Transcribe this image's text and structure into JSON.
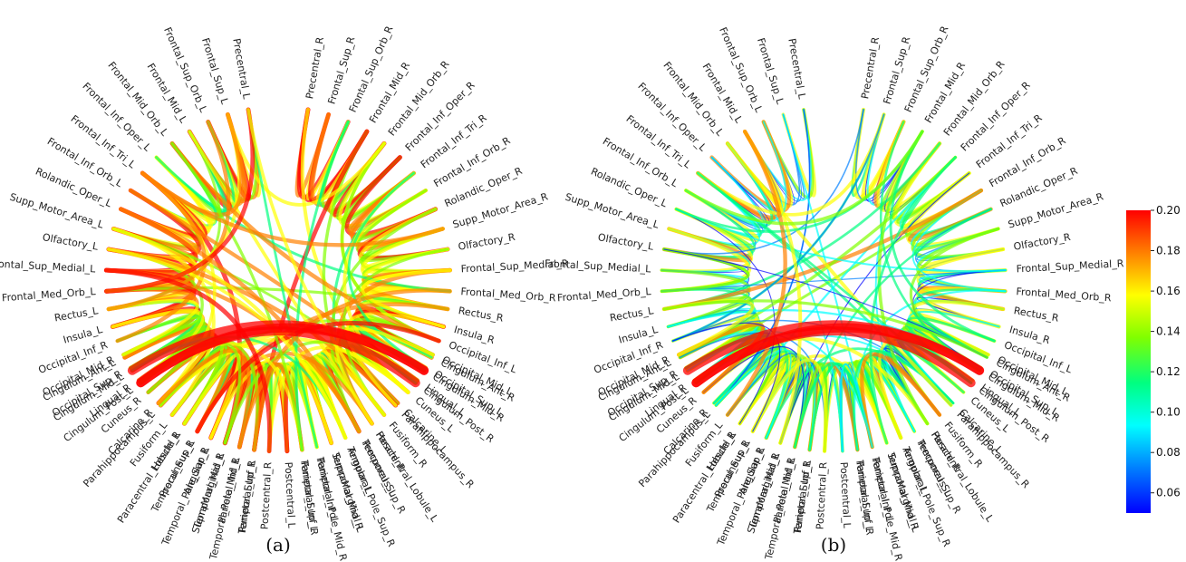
{
  "panels": [
    {
      "id": "a",
      "caption": "(a)"
    },
    {
      "id": "b",
      "caption": "(b)"
    }
  ],
  "regions": [
    {
      "label": "Precentral_L",
      "side": "L",
      "theta": 260
    },
    {
      "label": "Frontal_Sup_L",
      "side": "L",
      "theta": 253
    },
    {
      "label": "Frontal_Sup_Orb_L",
      "side": "L",
      "theta": 246
    },
    {
      "label": "Frontal_Mid_L",
      "side": "L",
      "theta": 239
    },
    {
      "label": "Frontal_Mid_Orb_L",
      "side": "L",
      "theta": 232
    },
    {
      "label": "Frontal_Inf_Oper_L",
      "side": "L",
      "theta": 225
    },
    {
      "label": "Frontal_Inf_Tri_L",
      "side": "L",
      "theta": 218
    },
    {
      "label": "Frontal_Inf_Orb_L",
      "side": "L",
      "theta": 211
    },
    {
      "label": "Rolandic_Oper_L",
      "side": "L",
      "theta": 204
    },
    {
      "label": "Supp_Motor_Area_L",
      "side": "L",
      "theta": 197
    },
    {
      "label": "Olfactory_L",
      "side": "L",
      "theta": 190
    },
    {
      "label": "Frontal_Sup_Medial_L",
      "side": "L",
      "theta": 183
    },
    {
      "label": "Frontal_Med_Orb_L",
      "side": "L",
      "theta": 176
    },
    {
      "label": "Rectus_L",
      "side": "L",
      "theta": 170
    },
    {
      "label": "Insula_L",
      "side": "L",
      "theta": 164
    },
    {
      "label": "Cingulum_Ant_L",
      "side": "L",
      "theta": 153
    },
    {
      "label": "Cingulum_Mid_L",
      "side": "L",
      "theta": 148
    },
    {
      "label": "Cingulum_Post_L",
      "side": "L",
      "theta": 143
    },
    {
      "label": "Parahippocampus_L",
      "side": "L",
      "theta": 133
    },
    {
      "label": "Fusiform_L",
      "side": "L",
      "theta": 128
    },
    {
      "label": "Heschl_L",
      "side": "L",
      "theta": 123
    },
    {
      "label": "Temporal_Sup_L",
      "side": "L",
      "theta": 118
    },
    {
      "label": "Temporal_Pole_Sup_L",
      "side": "L",
      "theta": 113
    },
    {
      "label": "Temporal_Mid_L",
      "side": "L",
      "theta": 108
    },
    {
      "label": "Temporal_Pole_Mid_L",
      "side": "L",
      "theta": 103
    },
    {
      "label": "Temporal_Inf_L",
      "side": "L",
      "theta": 98
    },
    {
      "label": "Postcentral_L",
      "side": "L",
      "theta": 87
    },
    {
      "label": "Parietal_Sup_L",
      "side": "L",
      "theta": 82
    },
    {
      "label": "Parietal_Inf_L",
      "side": "L",
      "theta": 77
    },
    {
      "label": "SupraMarginal_L",
      "side": "L",
      "theta": 72
    },
    {
      "label": "Angular_L",
      "side": "L",
      "theta": 67
    },
    {
      "label": "Precuneus_L",
      "side": "L",
      "theta": 62
    },
    {
      "label": "Paracentral_Lobule_L",
      "side": "L",
      "theta": 57
    },
    {
      "label": "Calcarine_L",
      "side": "L",
      "theta": 46
    },
    {
      "label": "Cuneus_L",
      "side": "L",
      "theta": 41
    },
    {
      "label": "Lingual_L",
      "side": "L",
      "theta": 36
    },
    {
      "label": "Occipital_Sup_L",
      "side": "L",
      "theta": 31
    },
    {
      "label": "Occipital_Mid_L",
      "side": "L",
      "theta": 26
    },
    {
      "label": "Occipital_Inf_L",
      "side": "L",
      "theta": 21
    },
    {
      "label": "Precentral_R",
      "side": "R",
      "theta": 280
    },
    {
      "label": "Frontal_Sup_R",
      "side": "R",
      "theta": 287
    },
    {
      "label": "Frontal_Sup_Orb_R",
      "side": "R",
      "theta": 294
    },
    {
      "label": "Frontal_Mid_R",
      "side": "R",
      "theta": 301
    },
    {
      "label": "Frontal_Mid_Orb_R",
      "side": "R",
      "theta": 308
    },
    {
      "label": "Frontal_Inf_Oper_R",
      "side": "R",
      "theta": 315
    },
    {
      "label": "Frontal_Inf_Tri_R",
      "side": "R",
      "theta": 322
    },
    {
      "label": "Frontal_Inf_Orb_R",
      "side": "R",
      "theta": 329
    },
    {
      "label": "Rolandic_Oper_R",
      "side": "R",
      "theta": 336
    },
    {
      "label": "Supp_Motor_Area_R",
      "side": "R",
      "theta": 343
    },
    {
      "label": "Olfactory_R",
      "side": "R",
      "theta": 350
    },
    {
      "label": "Frontal_Sup_Medial_R",
      "side": "R",
      "theta": 357
    },
    {
      "label": "Frontal_Med_Orb_R",
      "side": "R",
      "theta": 4
    },
    {
      "label": "Rectus_R",
      "side": "R",
      "theta": 10
    },
    {
      "label": "Insula_R",
      "side": "R",
      "theta": 16
    },
    {
      "label": "Cingulum_Ant_R",
      "side": "R",
      "theta": 27
    },
    {
      "label": "Cingulum_Mid_R",
      "side": "R",
      "theta": 32
    },
    {
      "label": "Cingulum_Post_R",
      "side": "R",
      "theta": 37
    },
    {
      "label": "Parahippocampus_R",
      "side": "R",
      "theta": 47
    },
    {
      "label": "Fusiform_R",
      "side": "R",
      "theta": 52
    },
    {
      "label": "Heschl_R",
      "side": "R",
      "theta": 57
    },
    {
      "label": "Temporal_Sup_R",
      "side": "R",
      "theta": 62
    },
    {
      "label": "Temporal_Pole_Sup_R",
      "side": "R",
      "theta": 67
    },
    {
      "label": "Temporal_Mid_R",
      "side": "R",
      "theta": 72
    },
    {
      "label": "Temporal_Pole_Mid_R",
      "side": "R",
      "theta": 77
    },
    {
      "label": "Temporal_Inf_R",
      "side": "R",
      "theta": 82
    },
    {
      "label": "Postcentral_R",
      "side": "R",
      "theta": 93
    },
    {
      "label": "Parietal_Sup_R",
      "side": "R",
      "theta": 98
    },
    {
      "label": "Parietal_Inf_R",
      "side": "R",
      "theta": 103
    },
    {
      "label": "SupraMarginal_R",
      "side": "R",
      "theta": 108
    },
    {
      "label": "Angular_R",
      "side": "R",
      "theta": 113
    },
    {
      "label": "Precuneus_R",
      "side": "R",
      "theta": 118
    },
    {
      "label": "Paracentral_Lobule_R",
      "side": "R",
      "theta": 123
    },
    {
      "label": "Calcarine_R",
      "side": "R",
      "theta": 134
    },
    {
      "label": "Cuneus_R",
      "side": "R",
      "theta": 139
    },
    {
      "label": "Lingual_R",
      "side": "R",
      "theta": 144
    },
    {
      "label": "Occipital_Sup_R",
      "side": "R",
      "theta": 149
    },
    {
      "label": "Occipital_Mid_R",
      "side": "R",
      "theta": 154
    },
    {
      "label": "Occipital_Inf_R",
      "side": "R",
      "theta": 159
    }
  ],
  "colorbar": {
    "min": 0.05,
    "max": 0.2,
    "ticks": [
      "0.20",
      "0.18",
      "0.16",
      "0.14",
      "0.12",
      "0.10",
      "0.08",
      "0.06"
    ],
    "colors": [
      "#ff0000",
      "#ff8000",
      "#ffff00",
      "#80ff00",
      "#00ff80",
      "#00ffff",
      "#0080ff",
      "#0000ff"
    ]
  }
}
